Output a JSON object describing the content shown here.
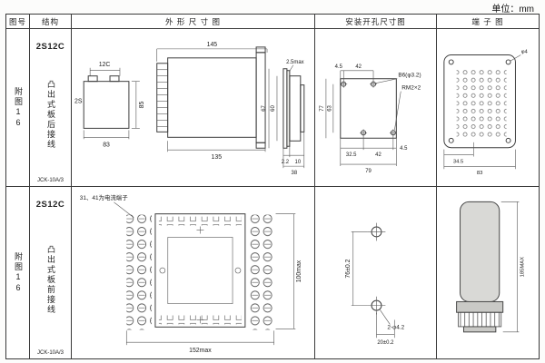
{
  "unit_label": "单位：mm",
  "header": {
    "figure": "图号",
    "structure": "结构",
    "outline": "外 形 尺 寸 图",
    "mounting": "安装开孔尺寸图",
    "terminal": "端 子 图"
  },
  "rows": [
    {
      "figure_no": "附图16",
      "model": "2S12C",
      "structure": "凸出式板后接线",
      "type_label": "JCK-10A/3",
      "outline": {
        "front_top": "12C",
        "front_left": "2S",
        "front_bottom": "83",
        "front_height": "85",
        "side_top": "145",
        "side_bottom": "135",
        "depth_outer": "67",
        "depth_inner": "60",
        "panel_thickness": "2.5max",
        "rear_d1": "2.2",
        "rear_d2": "10",
        "rear_total": "38"
      },
      "mounting": {
        "top_offset": "4.5",
        "top_span": "42",
        "hole_note": "B6(φ3.2)",
        "screw_note": "RM2×2",
        "left_outer": "77",
        "left_inner": "63",
        "bottom_d1": "32.5",
        "bottom_d2": "42",
        "bottom_d3": "4.5",
        "bottom_total": "79"
      },
      "terminal": {
        "hole_dia": "φ4",
        "bottom_d1": "34.5",
        "bottom_total": "83"
      }
    },
    {
      "figure_no": "附图16",
      "model": "2S12C",
      "structure": "凸出式板前接线",
      "type_label": "JCK-10A/3",
      "outline": {
        "note": "31、41为电流端子",
        "width": "152max",
        "height": "100max"
      },
      "mounting": {
        "span": "76±0.2",
        "hole_note": "2-φ4.2",
        "offset": "20±0.2"
      },
      "terminal": {
        "height": "185MAX"
      }
    }
  ]
}
